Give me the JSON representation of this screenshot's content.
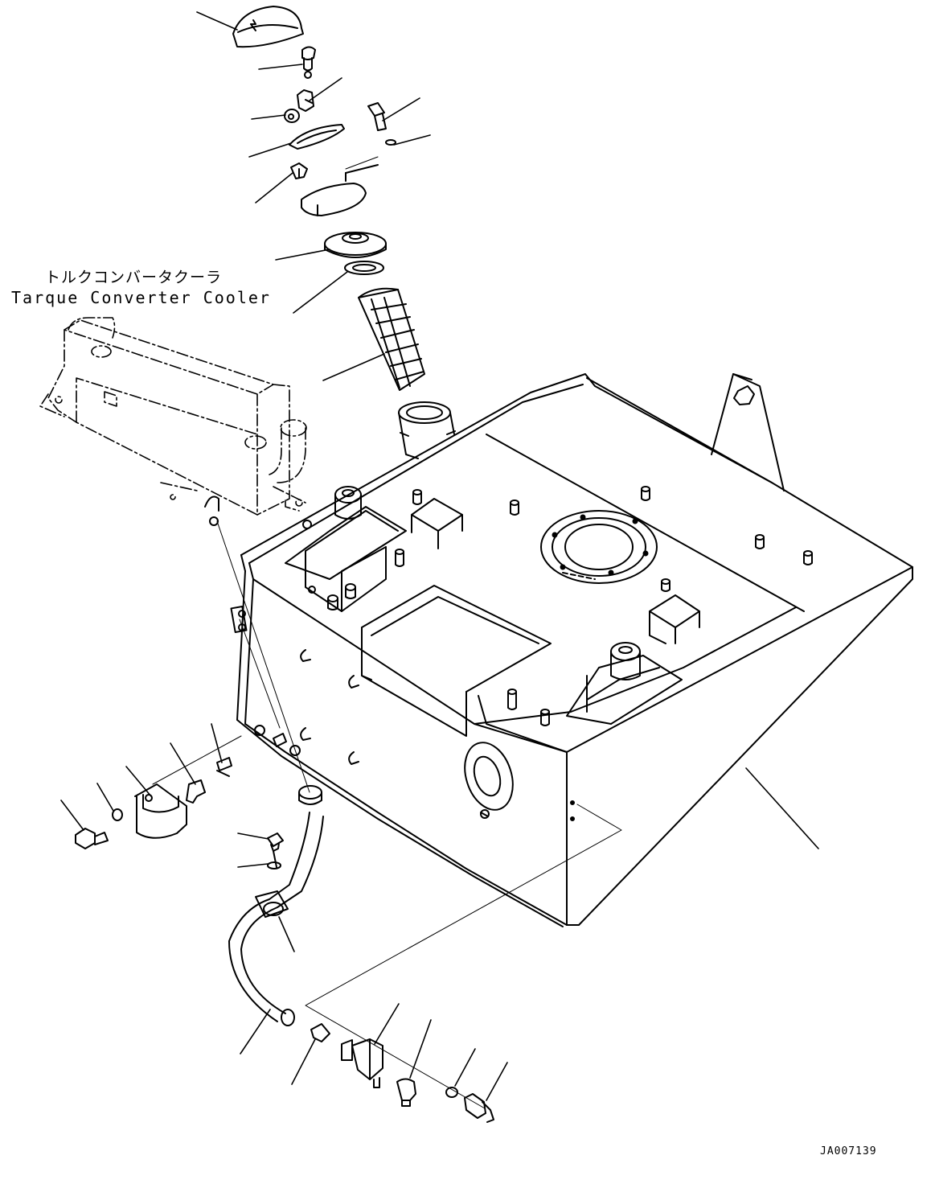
{
  "labels": {
    "component_jp": "トルクコンバータクーラ",
    "component_en": "Tarque Converter Cooler"
  },
  "drawing_id": "JA007139"
}
